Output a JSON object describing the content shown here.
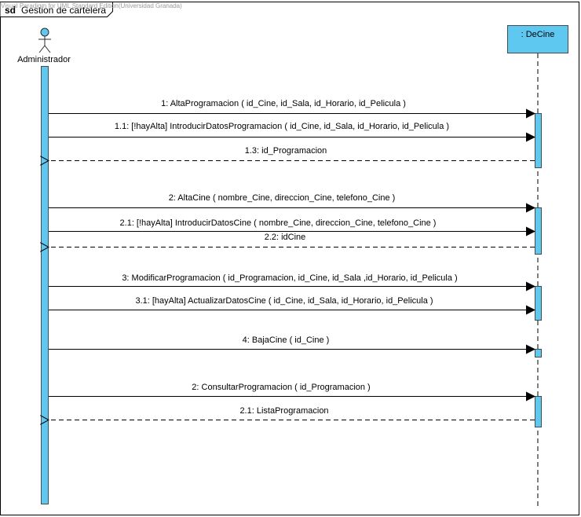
{
  "watermark": "Visual Paradigm for UML Standard Edition(Universidad Granada)",
  "frame": {
    "keyword": "sd",
    "title": "Gestion de cartelera"
  },
  "colors": {
    "activation_fill": "#5ec8f0",
    "activation_stroke": "#4a4a4a",
    "line": "#000000"
  },
  "actor": {
    "name": "Administrador",
    "icon": "stick-figure-icon"
  },
  "lifeline": {
    "name": ": DeCine"
  },
  "messages": [
    {
      "id": "m1",
      "label": "1: AltaProgramacion ( id_Cine, id_Sala, id_Horario, id_Pelicula )",
      "kind": "sync"
    },
    {
      "id": "m2",
      "label": "1.1: [!hayAlta] IntroducirDatosProgramacion ( id_Cine, id_Sala, id_Horario, id_Pelicula )",
      "kind": "sync"
    },
    {
      "id": "m3",
      "label": "1.3: id_Programacion",
      "kind": "return"
    },
    {
      "id": "m4",
      "label": "2: AltaCine ( nombre_Cine, direccion_Cine, telefono_Cine )",
      "kind": "sync"
    },
    {
      "id": "m5",
      "label": "2.1: [!hayAlta] IntroducirDatosCine ( nombre_Cine, direccion_Cine, telefono_Cine )",
      "kind": "sync"
    },
    {
      "id": "m6",
      "label": "2.2: idCine",
      "kind": "return"
    },
    {
      "id": "m7",
      "label": "3: ModificarProgramacion ( id_Programacion, id_Cine, id_Sala ,id_Horario, id_Pelicula )",
      "kind": "sync"
    },
    {
      "id": "m8",
      "label": "3.1: [hayAlta] ActualizarDatosCine ( id_Cine, id_Sala, id_Horario, id_Pelicula )",
      "kind": "sync"
    },
    {
      "id": "m9",
      "label": "4: BajaCine ( id_Cine )",
      "kind": "sync"
    },
    {
      "id": "m10",
      "label": "2: ConsultarProgramacion ( id_Programacion )",
      "kind": "sync"
    },
    {
      "id": "m11",
      "label": "2.1: ListaProgramacion",
      "kind": "return"
    }
  ]
}
